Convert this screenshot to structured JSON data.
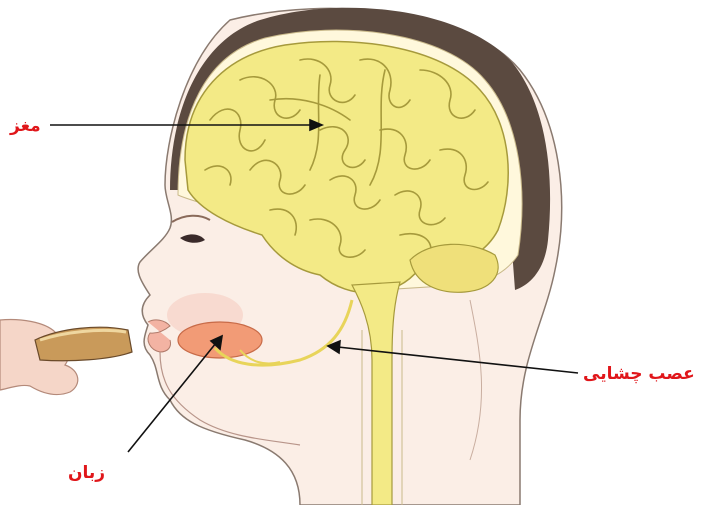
{
  "labels": {
    "brain": "مغز",
    "nerve": "عصب چشایی",
    "tongue": "زبان"
  },
  "colors": {
    "label_text": "#e0161a",
    "pointer_line": "#111111",
    "brain_fill": "#f3ea86",
    "brain_outline": "#a69a3c",
    "skull_outline": "#4a3a31",
    "skin_fill": "#fbeee6",
    "tongue_fill": "#f29b76",
    "nerve_line": "#e8d45a"
  }
}
